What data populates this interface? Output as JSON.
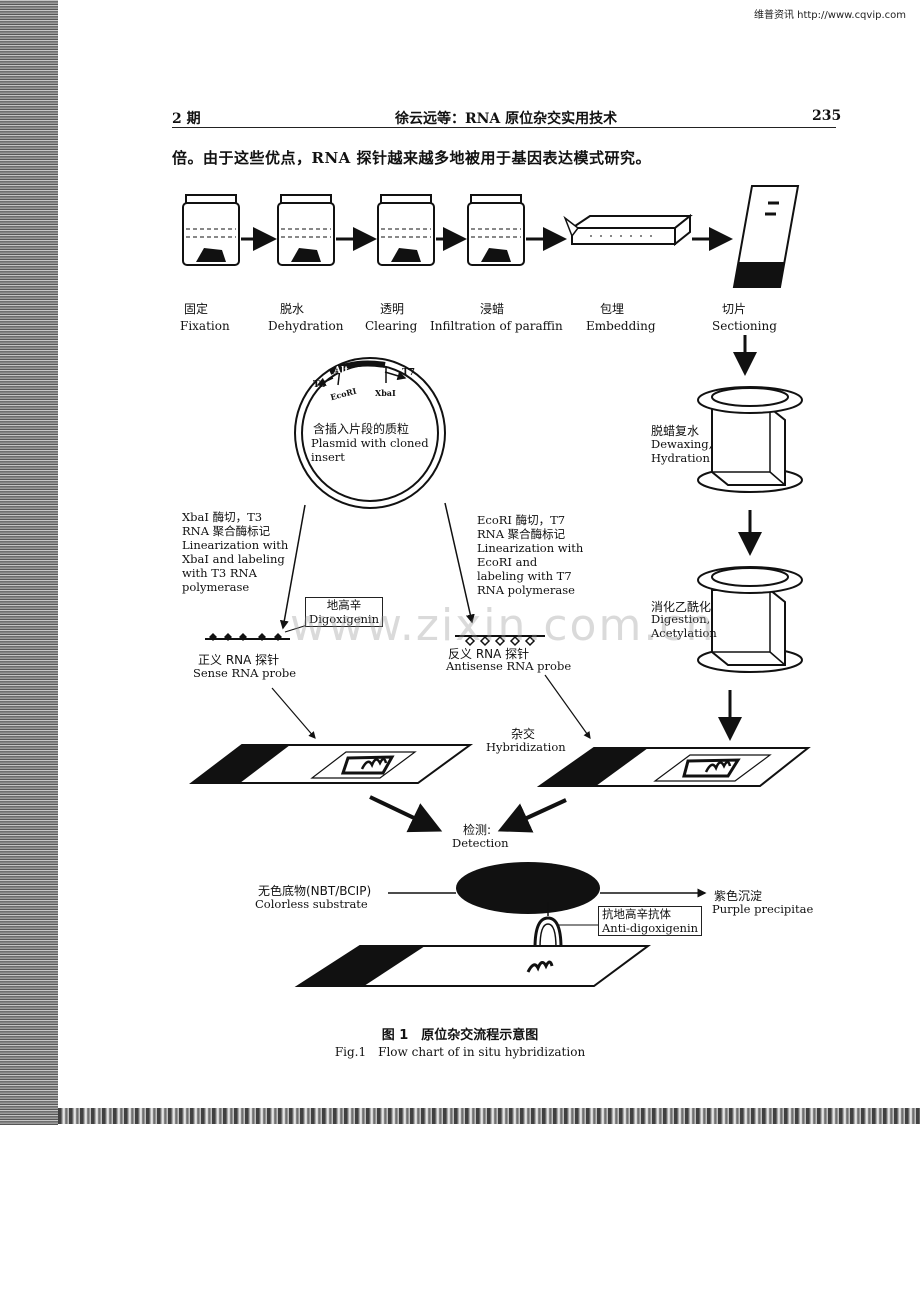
{
  "corner_watermark": "维普资讯 http://www.cqvip.com",
  "header": {
    "issue": "2 期",
    "title": "徐云远等：RNA 原位杂交实用技术",
    "page": "235"
  },
  "intro_text": "倍。由于这些优点，RNA 探针越来越多地被用于基因表达模式研究。",
  "steps": [
    {
      "zh": "固定",
      "en": "Fixation"
    },
    {
      "zh": "脱水",
      "en": "Dehydration"
    },
    {
      "zh": "透明",
      "en": "Clearing"
    },
    {
      "zh": "浸蜡",
      "en": "Infiltration of paraffin"
    },
    {
      "zh": "包埋",
      "en": "Embedding"
    },
    {
      "zh": "切片",
      "en": "Sectioning"
    }
  ],
  "plasmid": {
    "zh": "含插入片段的质粒",
    "en1": "Plasmid with cloned",
    "en2": "insert",
    "t3": "T3",
    "t7": "T7",
    "ecori": "EcoRI",
    "xbai": "XbaI",
    "insert": "Alt"
  },
  "left_branch": {
    "l1": "XbaI 酶切，T3",
    "l2": "RNA 聚合酶标记",
    "l3": "Linearization with",
    "l4": "XbaI and labeling",
    "l5": "with T3 RNA",
    "l6": "polymerase"
  },
  "right_branch": {
    "l1": "EcoRI 酶切，T7",
    "l2": "RNA 聚合酶标记",
    "l3": "Linearization with",
    "l4": "EcoRI and",
    "l5": "labeling with T7",
    "l6": "RNA polymerase"
  },
  "digoxigenin": {
    "zh": "地高辛",
    "en": "Digoxigenin"
  },
  "sense_probe": {
    "zh": "正义 RNA 探针",
    "en": "Sense RNA probe"
  },
  "antisense_probe": {
    "zh": "反义 RNA 探针",
    "en": "Antisense RNA probe"
  },
  "dewaxing": {
    "zh": "脱蜡复水",
    "en1": "Dewaxing,",
    "en2": "Hydration"
  },
  "digestion": {
    "zh": "消化乙酰化",
    "en1": "Digestion,",
    "en2": "Acetylation"
  },
  "hybridization": {
    "zh": "杂交",
    "en": "Hybridization"
  },
  "detection": {
    "zh": "检测:",
    "en": "Detection"
  },
  "substrate": {
    "zh": "无色底物(NBT/BCIP)",
    "en": "Colorless substrate"
  },
  "precipitate": {
    "zh": "紫色沉淀",
    "en": "Purple precipitae"
  },
  "antibody": {
    "zh": "抗地高辛抗体",
    "en": "Anti-digoxigenin"
  },
  "caption": {
    "zh": "图 1　原位杂交流程示意图",
    "en": "Fig.1　Flow chart of in situ hybridization"
  },
  "center_watermark": "www.zixin.com.cn"
}
